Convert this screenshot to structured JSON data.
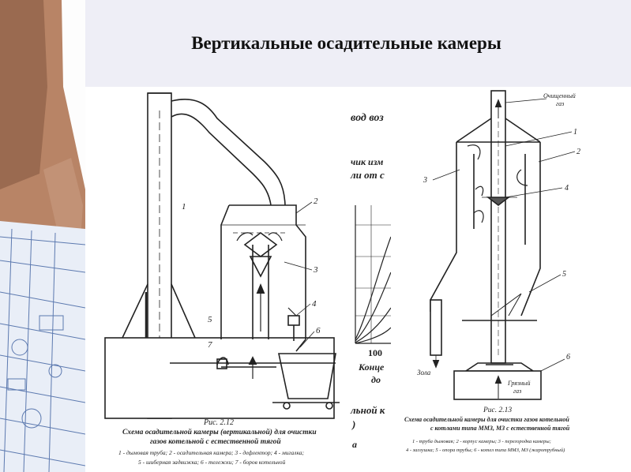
{
  "slide": {
    "title": "Вертикальные осадительные камеры"
  },
  "figure_left": {
    "caption_number": "Рис. 2.12",
    "caption_title_1": "Схема осадительной камеры (вертикальной) для очистки",
    "caption_title_2": "газов котельной с естественной тягой",
    "legend_1": "1 - дымовая труба; 2 - осадительная камера; 3 - дефлектор; 4 - мигалка;",
    "legend_2": "5 - шиберная задвижка; 6 - тележки; 7 - боров котельной",
    "labels": [
      "1",
      "2",
      "3",
      "4",
      "5",
      "6",
      "7"
    ]
  },
  "middle_fragment": {
    "line1": "вод воз",
    "line2": "чик изм",
    "line3": "ли от с",
    "axis_100": "100",
    "axis_conc": "Конце",
    "axis_do": "до",
    "bottom1": "льной к",
    "bottom2": ")",
    "bottom3": "а"
  },
  "figure_right": {
    "top_label_1": "Очищенный",
    "top_label_2": "газ",
    "ash_label": "Зола",
    "dirty_label_1": "Грязный",
    "dirty_label_2": "газ",
    "caption_number": "Рис. 2.13",
    "caption_title_1": "Схема осадительной камеры для очистки газов котельной",
    "caption_title_2": "с котлами типа ММЗ, МЗ с естественной тягой",
    "legend_1": "1 - труба дымовая; 2 - корпус камеры; 3 - перегородка камеры;",
    "legend_2": "4 - заглушка; 5 - опора трубы; 6 - котел типа ММЗ, МЗ (жаротрубный)",
    "labels": [
      "1",
      "2",
      "3",
      "4",
      "5",
      "6"
    ]
  }
}
